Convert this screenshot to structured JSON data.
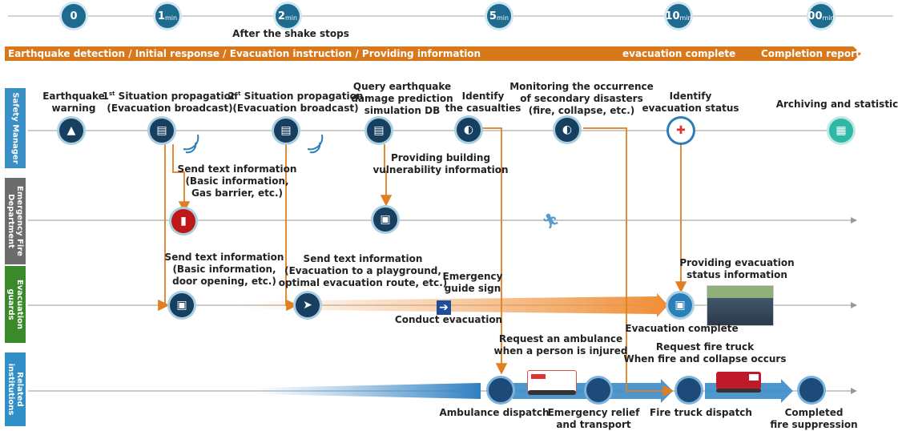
{
  "timeline": [
    {
      "value": "0",
      "unit": ""
    },
    {
      "value": "1",
      "unit": "min"
    },
    {
      "value": "2",
      "unit": "min"
    },
    {
      "value": "5",
      "unit": "min"
    },
    {
      "value": "10",
      "unit": "min"
    },
    {
      "value": "00",
      "unit": "min"
    }
  ],
  "timeline_note": "After the shake stops",
  "banner": {
    "left": "Earthquake detection / Initial response / Evacuation instruction / Providing information",
    "middle": "evacuation complete",
    "right": "Completion report"
  },
  "lanes": {
    "safety": "Safety Manager",
    "fire": "Emergency Fire Department",
    "guards": "Evacuation guards",
    "related": "Related institutions"
  },
  "safety_labels": {
    "warning_1": "Earthquake",
    "warning_2": "warning",
    "first_ord": "1",
    "first_sup": "st",
    "first_1": " Situation propagation",
    "first_2": "(Evacuation broadcast)",
    "second_ord": "2",
    "second_sup": "st",
    "second_1": " Situation propagation",
    "second_2": "(Evacuation broadcast)",
    "query_1": "Query earthquake",
    "query_2": "damage prediction",
    "query_3": "simulation DB",
    "casualties_1": "Identify",
    "casualties_2": "the casualties",
    "monitor_1": "Monitoring the occurrence",
    "monitor_2": "of secondary disasters",
    "monitor_3": "(fire, collapse, etc.)",
    "evac_status_1": "Identify",
    "evac_status_2": "evacuation status",
    "archive": "Archiving and statistic"
  },
  "mid_labels": {
    "send1_1": "Send text information",
    "send1_2": "(Basic information,",
    "send1_3": "Gas barrier, etc.)",
    "vuln_1": "Providing building",
    "vuln_2": "vulnerability information",
    "send2_1": "Send text information",
    "send2_2": "(Basic information,",
    "send2_3": "door opening, etc.)",
    "send3_1": "Send text information",
    "send3_2": "(Evacuation to a playground,",
    "send3_3": "optimal evacuation route, etc.)",
    "guide_1": "Emergency",
    "guide_2": "guide sign",
    "provide_1": "Providing evacuation",
    "provide_2": "status information",
    "conduct": "Conduct evacuation",
    "evac_complete": "Evacuation complete",
    "ambulance_req_1": "Request an ambulance",
    "ambulance_req_2": "when a person is injured",
    "firetruck_req_1": "Request fire truck",
    "firetruck_req_2": "When fire and collapse occurs"
  },
  "bottom_labels": {
    "ambulance_dispatch": "Ambulance dispatch",
    "relief_1": "Emergency relief",
    "relief_2": "and transport",
    "firetruck_dispatch": "Fire truck dispatch",
    "completed_1": "Completed",
    "completed_2": "fire suppression"
  },
  "colors": {
    "banner": "#d9781a",
    "timeline_node": "#1f6b8f",
    "lane_safety": "#3a8fc6",
    "lane_fire": "#6c6c6c",
    "lane_guards": "#3a8a2b",
    "lane_related": "#2f8fc6",
    "flow_line": "#e07f22",
    "node": "#173f5f"
  },
  "icons": [
    "siren-icon",
    "server-icon",
    "cctv-camera-icon",
    "helmet-icon",
    "archive-icon",
    "fire-extinguisher-icon",
    "tablet-icon",
    "running-person-icon",
    "arrow-right-icon",
    "ambulance-icon",
    "fire-truck-icon",
    "crowd-photo"
  ]
}
